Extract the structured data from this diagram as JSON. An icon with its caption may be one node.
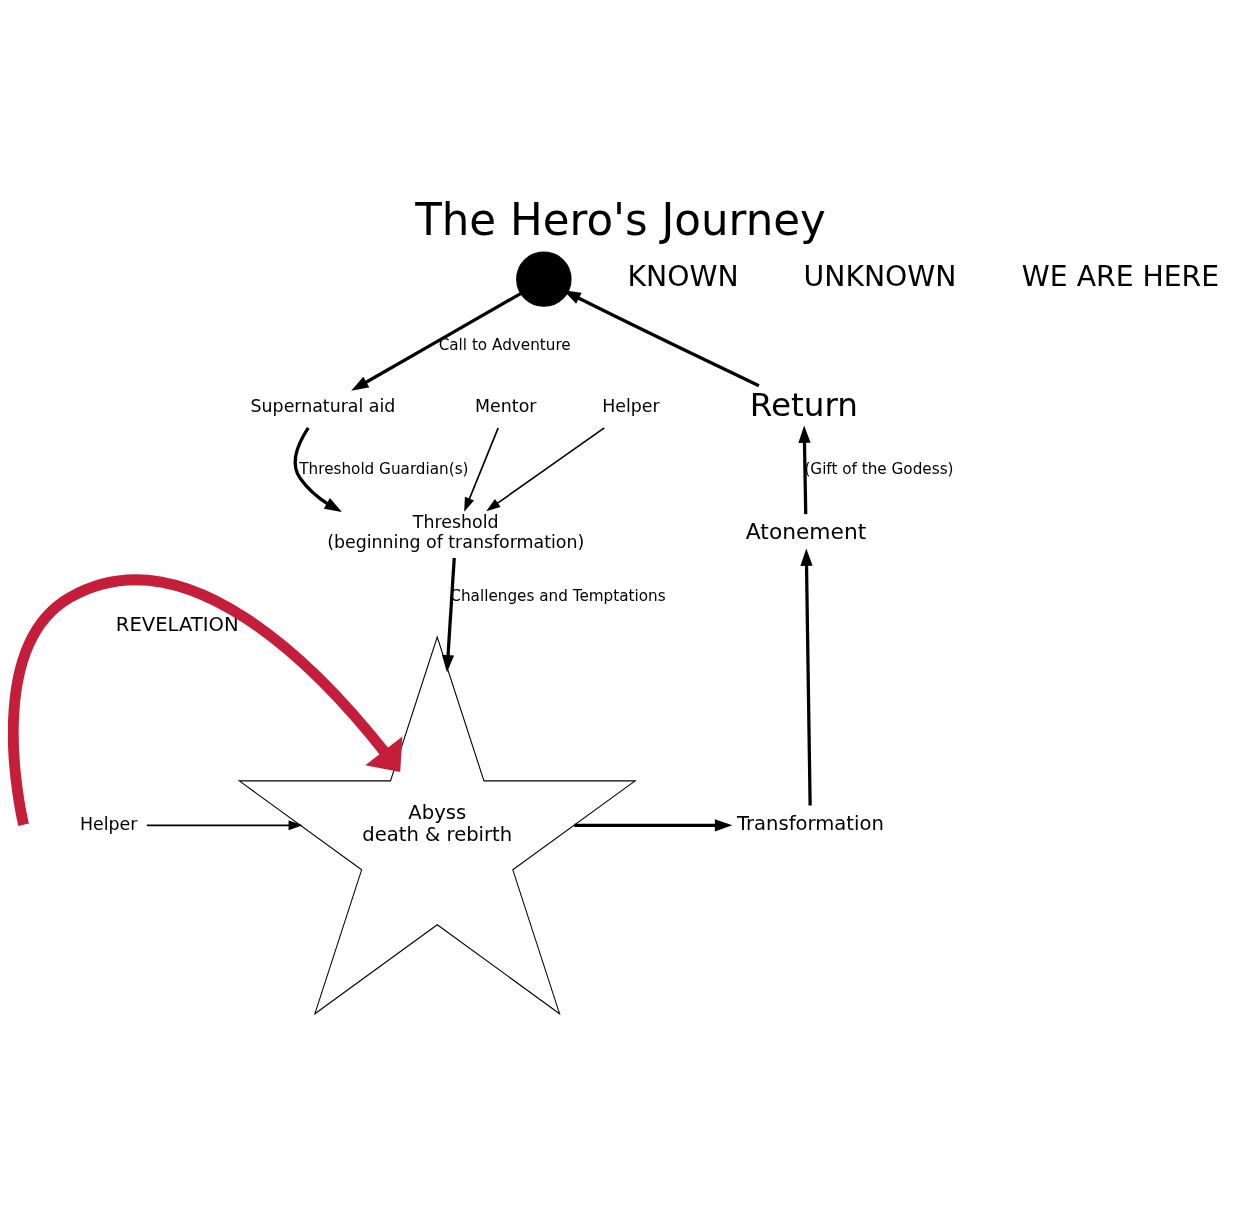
{
  "diagram": {
    "title": "The Hero's Journey",
    "nodes": [
      {
        "text": [],
        "shape": "person"
      },
      {
        "text": [
          "Supernatural aid"
        ]
      },
      {
        "text": [
          "Threshold",
          "(beginning of transformation)"
        ]
      },
      {
        "text": [
          "Abyss",
          "death & rebirth"
        ],
        "beside": [
          "REVELATION"
        ]
      },
      {
        "text": [
          "Transformation"
        ]
      },
      {
        "text": [
          "Atonement"
        ]
      },
      {
        "text": [
          "Return"
        ]
      },
      {
        "text": [
          "Helper"
        ]
      },
      {
        "text": [
          "Mentor"
        ]
      },
      {
        "text": [
          "Helper"
        ]
      }
    ],
    "edges": [
      {
        "from": 0,
        "to": 1,
        "arrow": "to",
        "label": "Call to Adventure"
      },
      {
        "from": 1,
        "to": 2,
        "arrow": "to",
        "label": "Threshold Guardian(s)"
      },
      {
        "from": 2,
        "to": 3,
        "arrow": "to",
        "label": "Challenges and Temptations"
      },
      {
        "from": 3,
        "to": 4,
        "arrow": "to"
      },
      {
        "from": 4,
        "to": 5,
        "arrow": "to"
      },
      {
        "from": 5,
        "to": 6,
        "arrow": "to",
        "label": "(Gift of the Godess)"
      },
      {
        "from": 6,
        "to": 0,
        "arrow": "to"
      },
      {
        "from": 7,
        "to": 2,
        "arrow": "to"
      },
      {
        "from": 8,
        "to": 2,
        "arrow": "to"
      },
      {
        "from": 9,
        "to": 3,
        "arrow": "to"
      },
      {
        "from": null,
        "to": 3,
        "arrow": "to",
        "style": "thick",
        "color": "#c41e3a"
      }
    ],
    "labels": [
      "KNOWN",
      "UNKNOWN",
      "WE ARE HERE"
    ]
  }
}
